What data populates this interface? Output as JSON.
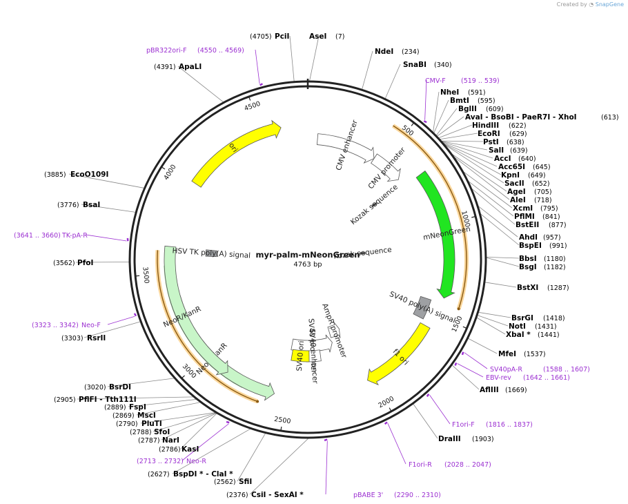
{
  "credit": {
    "prefix": "Created by",
    "brand": "SnapGene"
  },
  "plasmid": {
    "name": "myr-palm-mNeonGreen",
    "length_label": "4763 bp",
    "length": 4763
  },
  "ticks": [
    {
      "pos": 500,
      "label": "500"
    },
    {
      "pos": 1000,
      "label": "1000"
    },
    {
      "pos": 1500,
      "label": "1500"
    },
    {
      "pos": 2000,
      "label": "2000"
    },
    {
      "pos": 2500,
      "label": "2500"
    },
    {
      "pos": 3000,
      "label": "3000"
    },
    {
      "pos": 3500,
      "label": "3500"
    },
    {
      "pos": 4000,
      "label": "4000"
    },
    {
      "pos": 4500,
      "label": "4500"
    }
  ],
  "features": [
    {
      "name": "CMV enhancer",
      "start": 61,
      "end": 440,
      "type": "enhancer",
      "dir": 1,
      "color": "#ffffff"
    },
    {
      "name": "CMV promoter",
      "start": 440,
      "end": 643,
      "type": "promoter",
      "dir": 1,
      "color": "#ffffff"
    },
    {
      "name": "Kozak sequence",
      "start": 663,
      "end": 672,
      "type": "misc",
      "dir": 0,
      "color": "#cccccc"
    },
    {
      "name": "mNeonGreen",
      "start": 700,
      "end": 1400,
      "type": "cds",
      "dir": 1,
      "color": "#21e521"
    },
    {
      "name": "Kozak sequence",
      "start": 1098,
      "end": 1107,
      "type": "misc",
      "dir": 0,
      "color": "#cccccc"
    },
    {
      "name": "SV40 poly(A) signal",
      "start": 1430,
      "end": 1551,
      "type": "polyA",
      "dir": 0,
      "color": "#9ea0a3"
    },
    {
      "name": "f1 ori",
      "start": 1578,
      "end": 2033,
      "type": "ori",
      "dir": 1,
      "color": "#ffff00"
    },
    {
      "name": "AmpR promoter",
      "start": 2059,
      "end": 2163,
      "type": "promoter",
      "dir": -1,
      "color": "#ffffff"
    },
    {
      "name": "SV40 promoter",
      "start": 2164,
      "end": 2520,
      "type": "promoter",
      "dir": -1,
      "color": "#ffffff"
    },
    {
      "name": "SV40 enhancer",
      "start": 2282,
      "end": 2392,
      "type": "enhancer",
      "dir": 0,
      "color": "#ffffff"
    },
    {
      "name": "SV40 ori",
      "start": 2371,
      "end": 2506,
      "type": "ori",
      "dir": 0,
      "color": "#ffff00"
    },
    {
      "name": "NeoR/KanR",
      "start": 2567,
      "end": 3361,
      "type": "cds",
      "dir": -1,
      "color": "#c8f5c8"
    },
    {
      "name": "NeoR/KanR",
      "start": 2850,
      "end": 3644,
      "type": "cds",
      "dir": -1,
      "color": "#c8f5c8"
    },
    {
      "name": "HSV TK poly(A) signal",
      "start": 3597,
      "end": 3645,
      "type": "polyA",
      "dir": 0,
      "color": "#9ea0a3"
    },
    {
      "name": "ori",
      "start": 4023,
      "end": 4611,
      "type": "ori",
      "dir": 1,
      "color": "#ffff00"
    }
  ],
  "orf_arcs": [
    {
      "start": 430,
      "end": 1430,
      "dir": 1,
      "color": "#f5a623"
    },
    {
      "start": 2640,
      "end": 3620,
      "dir": -1,
      "color": "#f5a623"
    },
    {
      "start": 2740,
      "end": 3540,
      "dir": -1,
      "color": "#3aa632"
    }
  ],
  "primers": [
    {
      "name": "pBR322ori-F",
      "range": "(4550 .. 4569)",
      "pos": 4560
    },
    {
      "name": "CMV-F",
      "range": "(519 .. 539)",
      "pos": 529
    },
    {
      "name": "SV40pA-R",
      "range": "(1588 .. 1607)",
      "pos": 1597
    },
    {
      "name": "EBV-rev",
      "range": "(1642 .. 1661)",
      "pos": 1651
    },
    {
      "name": "F1ori-F",
      "range": "(1816 .. 1837)",
      "pos": 1826
    },
    {
      "name": "F1ori-R",
      "range": "(2028 .. 2047)",
      "pos": 2037
    },
    {
      "name": "pBABE 3'",
      "range": "(2290 .. 2310)",
      "pos": 2300
    },
    {
      "name": "Neo-R",
      "range": "(2713 .. 2732)",
      "pos": 2722
    },
    {
      "name": "Neo-F",
      "range": "(3323 .. 3342)",
      "pos": 3332
    },
    {
      "name": "TK-pA-R",
      "range": "(3641 .. 3660)",
      "pos": 3650
    }
  ],
  "sites": [
    {
      "name": "AseI",
      "pos_label": "(7)",
      "pos": 7
    },
    {
      "name": "PciI",
      "pos_label": "(4705)",
      "pos": 4705
    },
    {
      "name": "NdeI",
      "pos_label": "(234)",
      "pos": 234
    },
    {
      "name": "SnaBI",
      "pos_label": "(340)",
      "pos": 340
    },
    {
      "name": "NheI",
      "pos_label": "(591)",
      "pos": 591
    },
    {
      "name": "BmtI",
      "pos_label": "(595)",
      "pos": 595
    },
    {
      "name": "BglII",
      "pos_label": "(609)",
      "pos": 609
    },
    {
      "name": "AvaI  - BsoBI  - PaeR7I  - XhoI",
      "pos_label": "(613)",
      "pos": 613
    },
    {
      "name": "HindIII",
      "pos_label": "(622)",
      "pos": 622
    },
    {
      "name": "EcoRI",
      "pos_label": "(629)",
      "pos": 629
    },
    {
      "name": "PstI",
      "pos_label": "(638)",
      "pos": 638
    },
    {
      "name": "SalI",
      "pos_label": "(639)",
      "pos": 639
    },
    {
      "name": "AccI",
      "pos_label": "(640)",
      "pos": 640
    },
    {
      "name": "Acc65I",
      "pos_label": "(645)",
      "pos": 645
    },
    {
      "name": "KpnI",
      "pos_label": "(649)",
      "pos": 649
    },
    {
      "name": "SacII",
      "pos_label": "(652)",
      "pos": 652
    },
    {
      "name": "AgeI",
      "pos_label": "(705)",
      "pos": 705
    },
    {
      "name": "AleI",
      "pos_label": "(718)",
      "pos": 718
    },
    {
      "name": "XcmI",
      "pos_label": "(795)",
      "pos": 795
    },
    {
      "name": "PflMI",
      "pos_label": "(841)",
      "pos": 841
    },
    {
      "name": "BstEII",
      "pos_label": "(877)",
      "pos": 877
    },
    {
      "name": "AhdI",
      "pos_label": "(957)",
      "pos": 957
    },
    {
      "name": "BspEI",
      "pos_label": "(991)",
      "pos": 991
    },
    {
      "name": "BbsI",
      "pos_label": "(1180)",
      "pos": 1180
    },
    {
      "name": "BsgI",
      "pos_label": "(1182)",
      "pos": 1182
    },
    {
      "name": "BstXI",
      "pos_label": "(1287)",
      "pos": 1287
    },
    {
      "name": "BsrGI",
      "pos_label": "(1418)",
      "pos": 1418
    },
    {
      "name": "NotI",
      "pos_label": "(1431)",
      "pos": 1431
    },
    {
      "name": "XbaI *",
      "pos_label": "(1441)",
      "pos": 1441
    },
    {
      "name": "MfeI",
      "pos_label": "(1537)",
      "pos": 1537
    },
    {
      "name": "AflIII",
      "pos_label": "(1669)",
      "pos": 1669
    },
    {
      "name": "DraIII",
      "pos_label": "(1903)",
      "pos": 1903
    },
    {
      "name": "CsiI  - SexAI *",
      "pos_label": "(2376)",
      "pos": 2376
    },
    {
      "name": "SfiI",
      "pos_label": "(2562)",
      "pos": 2562
    },
    {
      "name": "BspDI *  - ClaI *",
      "pos_label": "(2627)",
      "pos": 2627
    },
    {
      "name": "KasI",
      "pos_label": "(2786)",
      "pos": 2786
    },
    {
      "name": "NarI",
      "pos_label": "(2787)",
      "pos": 2787
    },
    {
      "name": "SfoI",
      "pos_label": "(2788)",
      "pos": 2788
    },
    {
      "name": "PluTI",
      "pos_label": "(2790)",
      "pos": 2790
    },
    {
      "name": "MscI",
      "pos_label": "(2869)",
      "pos": 2869
    },
    {
      "name": "FspI",
      "pos_label": "(2889)",
      "pos": 2889
    },
    {
      "name": "PflFI  - Tth111I",
      "pos_label": "(2905)",
      "pos": 2905
    },
    {
      "name": "BsrDI",
      "pos_label": "(3020)",
      "pos": 3020
    },
    {
      "name": "RsrII",
      "pos_label": "(3303)",
      "pos": 3303
    },
    {
      "name": "PfoI",
      "pos_label": "(3562)",
      "pos": 3562
    },
    {
      "name": "BsaI",
      "pos_label": "(3776)",
      "pos": 3776
    },
    {
      "name": "EcoO109I",
      "pos_label": "(3885)",
      "pos": 3885
    },
    {
      "name": "ApaLI",
      "pos_label": "(4391)",
      "pos": 4391
    }
  ]
}
